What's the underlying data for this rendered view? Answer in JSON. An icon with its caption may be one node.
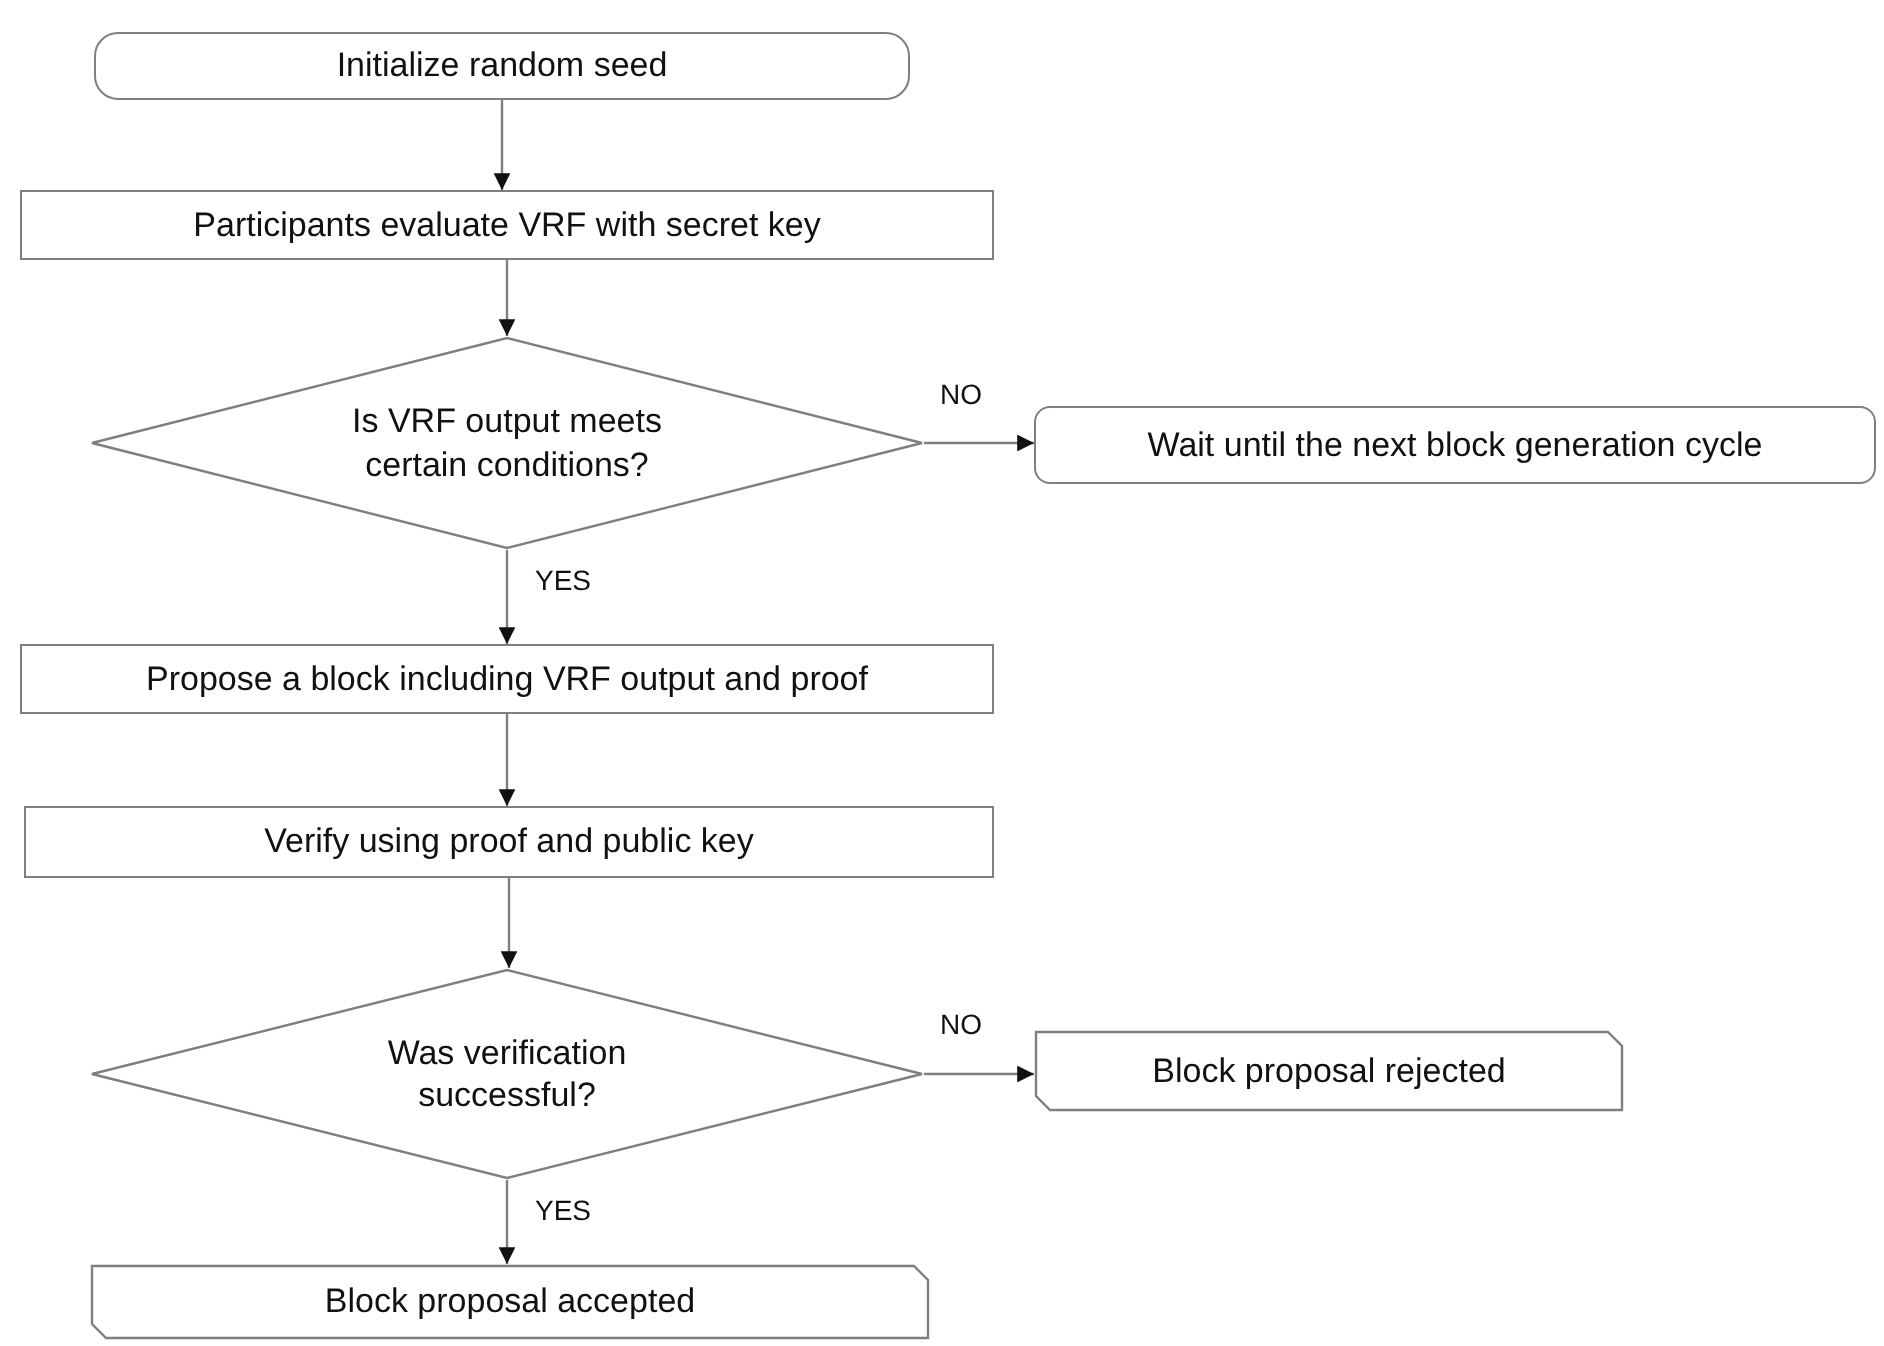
{
  "diagram": {
    "nodes": [
      {
        "text": [
          "Initialize random seed"
        ]
      },
      {
        "text": [
          "Participants evaluate VRF with secret key"
        ]
      },
      {
        "text": [
          "Is VRF output meets certain conditions?"
        ]
      },
      {
        "text": [
          "Wait until the next block generation cycle"
        ]
      },
      {
        "text": [
          "Propose a block including VRF output and proof"
        ]
      },
      {
        "text": [
          "Verify using proof and public key"
        ]
      },
      {
        "text": [
          "Was verification successful?"
        ]
      },
      {
        "text": [
          "Block proposal rejected"
        ]
      },
      {
        "text": [
          "Block proposal accepted"
        ]
      }
    ],
    "edges": [
      {
        "from": 0,
        "to": 1,
        "arrow": "to"
      },
      {
        "from": 1,
        "to": 2,
        "arrow": "to"
      },
      {
        "from": 2,
        "to": 3,
        "arrow": "to",
        "label": "NO"
      },
      {
        "from": 2,
        "to": 4,
        "arrow": "to",
        "label": "YES"
      },
      {
        "from": 4,
        "to": 5,
        "arrow": "to"
      },
      {
        "from": 5,
        "to": 6,
        "arrow": "to"
      },
      {
        "from": 6,
        "to": 7,
        "arrow": "to",
        "label": "NO"
      },
      {
        "from": 6,
        "to": 8,
        "arrow": "to",
        "label": "YES"
      }
    ]
  }
}
